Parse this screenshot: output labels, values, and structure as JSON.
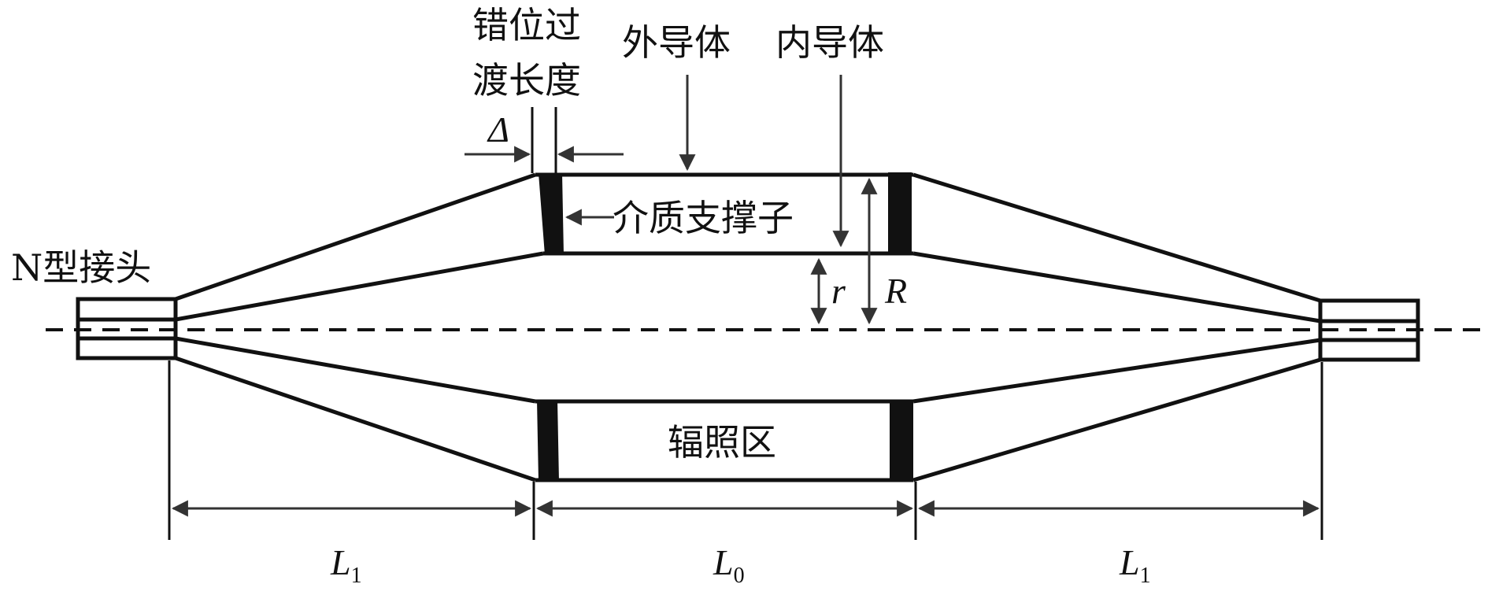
{
  "labels": {
    "transition_line1": "错位过",
    "transition_line2": "渡长度",
    "outer_conductor": "外导体",
    "inner_conductor": "内导体",
    "connector": "N型接头",
    "support": "介质支撑子",
    "irradiation_zone": "辐照区",
    "delta": "Δ",
    "r": "r",
    "R": "R",
    "L1_left_main": "L",
    "L1_left_sub": "1",
    "L0_main": "L",
    "L0_sub": "0",
    "L1_right_main": "L",
    "L1_right_sub": "1"
  }
}
